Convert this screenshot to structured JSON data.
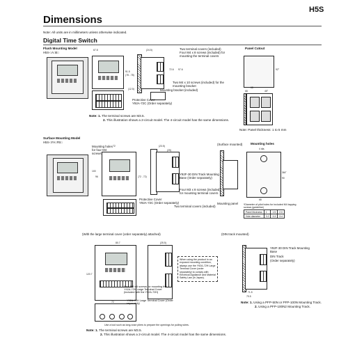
{
  "header": {
    "section_title": "Dimensions",
    "model": "H5S",
    "note_units": "Note: All units are in millimeters unless otherwise indicated.",
    "subsection": "Digital Time Switch"
  },
  "flush": {
    "title": "Flush Mounting Model",
    "model": "H5S-□A□B□",
    "dims": [
      "67.8",
      "(24.5)",
      "91.5",
      "(78 - 78)",
      "72.6",
      "97.6",
      "(12.5)"
    ],
    "callouts": [
      "Two terminal covers (included)",
      "Four M4 x 8 screws (included) for mounting the terminal covers",
      "Two M4 x 10 screws (included) for the mounting bracket",
      "Mounting bracket (included)",
      "Protective Cover",
      "Y92A-72C (Order separately)"
    ],
    "notes": [
      {
        "num": "Note: 1.",
        "text": "The terminal screws are M3.5."
      },
      {
        "num": "2.",
        "text": "This illustration shows a 2-circuit model. The 4-circuit model has the same dimensions."
      }
    ]
  },
  "panel": {
    "title": "Panel Cutout",
    "dims": [
      "68",
      "68",
      "92°",
      "45°"
    ],
    "note": "Note: Panel thickness: 1 to 5 mm"
  },
  "surface": {
    "title": "Surface Mounting Model",
    "model": "H5S-□FA□FB□",
    "dims": [
      "72",
      "(23.5)",
      "100",
      "96",
      "(72 - 72)",
      "(25)"
    ],
    "callouts": [
      "Mounting holes for four M4 screws",
      "Y92F-30 DIN Track Mounting Base (Order separately)",
      "Four M3 x 8 screws (included) for mounting terminal covers",
      "Protective Cover",
      "Y92A-72C (Order separately)",
      "Two terminal covers (included)"
    ]
  },
  "holes": {
    "caption_left": "(Surface mounted)",
    "title": "Mounting holes",
    "dims": [
      "4 dia.",
      "68",
      "36±̅",
      "90"
    ],
    "mount_panel": "Mounting panel",
    "table_note": "*Diameter of pilot holes for included M4 tapping screws (guideline)",
    "table": [
      [
        "Panel thickness",
        "1",
        "1.5",
        "2.0"
      ],
      [
        "Hole diameter",
        "3.2",
        "3.3",
        "3.4"
      ]
    ]
  },
  "large_cover": {
    "caption": "(With the large terminal cover (order separately) attached)",
    "dims": [
      "80.7",
      "(25.5)",
      "120.7",
      "72"
    ],
    "boxnote": "When using the product in an exposed mounting condition, always use the Y92A-72H Large Terminal Cover (order separately) to comply with Electrical Appliance and Material Safety Law (in Japan).",
    "callouts": [
      "Four M3 x 6 screws for mounting the Y92A-72H Large Terminal Cover (included with the Y92A-72H)",
      "Y92A-72H Large Terminal Cover (Order separately)",
      "Use a tool such as long-nose pliers to prepare the openings for pulling wires."
    ],
    "notes": [
      {
        "num": "Note: 1.",
        "text": "The terminal screws are M3.5."
      },
      {
        "num": "2.",
        "text": "This illustration shows a 2-circuit model. The 4-circuit model has the same dimensions."
      }
    ]
  },
  "din": {
    "caption": "(DIN track mounted)",
    "callouts": [
      "Y92F-30 DIN Track Mounting Base",
      "DIN Track",
      "(Order separately)"
    ],
    "dims": [
      "71.5",
      "79.5"
    ],
    "notes": [
      {
        "num": "Note: 1.",
        "text": "Using a PFP-50N or PFP-100N Mounting Track."
      },
      {
        "num": "2.",
        "text": "Using a PFP-100N2 Mounting Track."
      }
    ]
  }
}
